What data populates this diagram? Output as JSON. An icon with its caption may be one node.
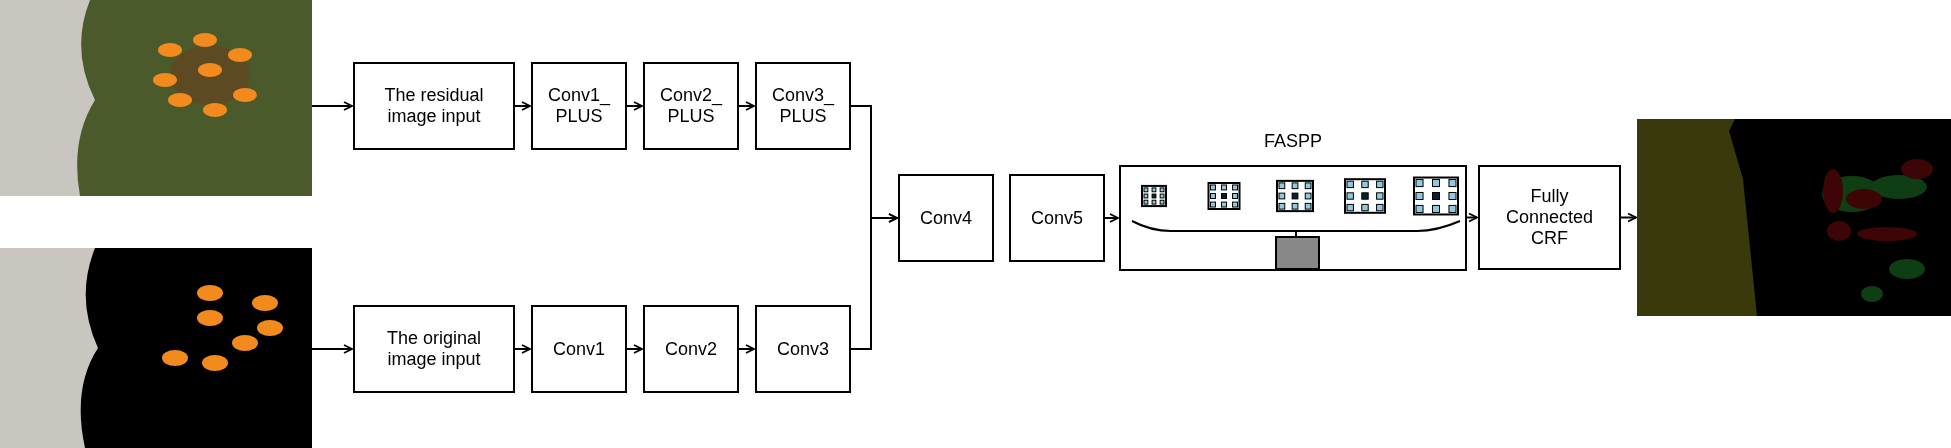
{
  "diagram": {
    "nodes": [
      {
        "text": [],
        "shape": "picture"
      },
      {
        "text": [
          "The residual image input"
        ]
      },
      {
        "text": [
          "Conv1_ PLUS"
        ]
      },
      {
        "text": [
          "Conv2_ PLUS"
        ]
      },
      {
        "text": [
          "Conv3_ PLUS"
        ]
      },
      {
        "text": [],
        "shape": "picture"
      },
      {
        "text": [
          "The original image input"
        ]
      },
      {
        "text": [
          "Conv1"
        ]
      },
      {
        "text": [
          "Conv2"
        ]
      },
      {
        "text": [
          "Conv3"
        ]
      },
      {
        "text": [
          "Conv4"
        ]
      },
      {
        "text": [
          "Conv5"
        ]
      },
      {
        "text": [
          "FASPP"
        ]
      },
      {
        "text": [
          "Fully Connected CRF"
        ]
      },
      {
        "text": [],
        "shape": "picture"
      }
    ],
    "edges": [
      {
        "from": 0,
        "to": 1,
        "arrow": "to"
      },
      {
        "from": 1,
        "to": 2,
        "arrow": "to"
      },
      {
        "from": 2,
        "to": 3,
        "arrow": "to"
      },
      {
        "from": 3,
        "to": 4,
        "arrow": "to"
      },
      {
        "from": 5,
        "to": 6,
        "arrow": "to"
      },
      {
        "from": 6,
        "to": 7,
        "arrow": "to"
      },
      {
        "from": 7,
        "to": 8,
        "arrow": "to"
      },
      {
        "from": 8,
        "to": 9,
        "arrow": "to"
      },
      {
        "from": 4,
        "to": 10,
        "arrow": "to"
      },
      {
        "from": 9,
        "to": 10,
        "arrow": "to"
      },
      {
        "from": 11,
        "to": 12,
        "arrow": "to"
      },
      {
        "from": 12,
        "to": 13,
        "arrow": "to"
      },
      {
        "from": 13,
        "to": 14,
        "arrow": "to"
      }
    ]
  }
}
